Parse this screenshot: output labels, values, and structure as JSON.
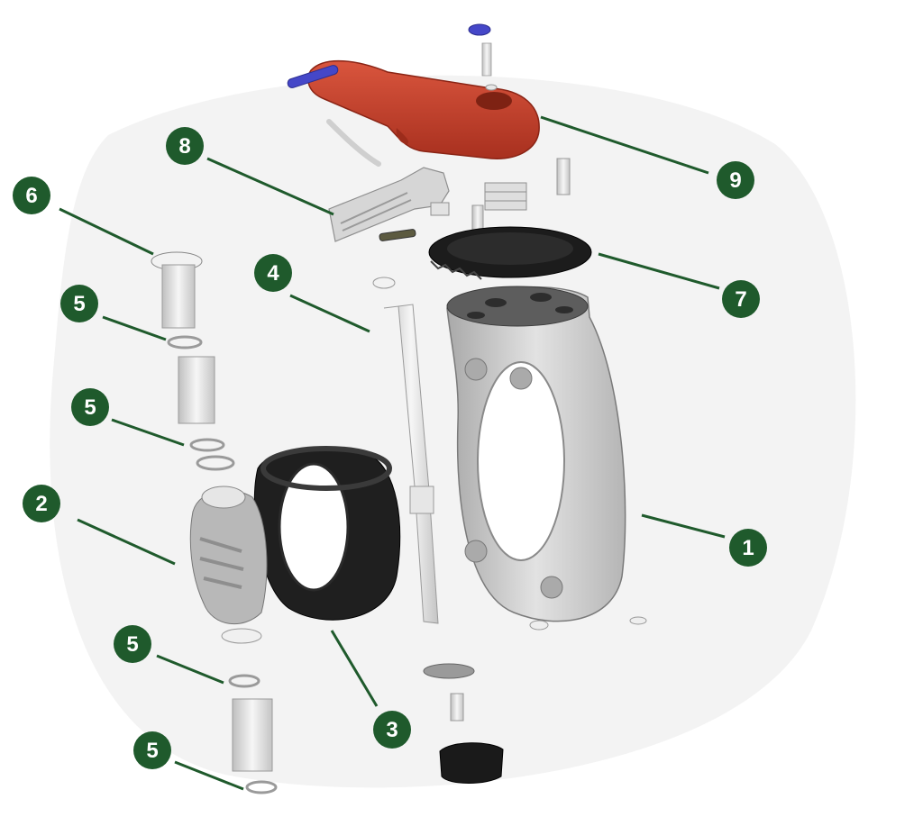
{
  "diagram": {
    "callouts": [
      {
        "id": "callout-1",
        "label": "1"
      },
      {
        "id": "callout-2",
        "label": "2"
      },
      {
        "id": "callout-3",
        "label": "3"
      },
      {
        "id": "callout-4",
        "label": "4"
      },
      {
        "id": "callout-5a",
        "label": "5"
      },
      {
        "id": "callout-5b",
        "label": "5"
      },
      {
        "id": "callout-5c",
        "label": "5"
      },
      {
        "id": "callout-5d",
        "label": "5"
      },
      {
        "id": "callout-6",
        "label": "6"
      },
      {
        "id": "callout-7",
        "label": "7"
      },
      {
        "id": "callout-8",
        "label": "8"
      },
      {
        "id": "callout-9",
        "label": "9"
      }
    ],
    "colors": {
      "callout_fill": "#1f5a2c",
      "leader_line": "#1f5a2c",
      "handle": "#c8412b",
      "body": "#c9c9c9",
      "liner": "#202020",
      "accent_blue": "#4547c8"
    }
  }
}
